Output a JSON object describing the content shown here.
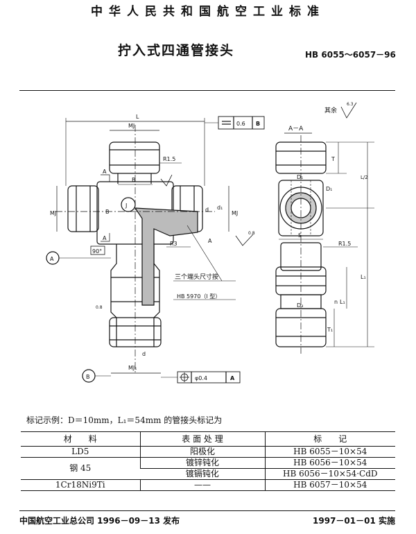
{
  "header": {
    "standard_name": "中华人民共和国航空工业标准",
    "title": "拧入式四通管接头",
    "code": "HB 6055～6057－96"
  },
  "drawing": {
    "dims": {
      "L": "L",
      "MJ": "MJ",
      "MJ1": "MJ₁",
      "B": "B",
      "J": "J",
      "A": "A",
      "B_circle": "B",
      "R15": "R1.5",
      "R3": "R3",
      "d": "d",
      "d1": "d₁",
      "angle": "90°",
      "S": "S",
      "D1": "D₁",
      "D2": "D₂",
      "D3": "D₃",
      "T": "T",
      "T1": "T₁",
      "L1": "L₁",
      "L_half": "L/2",
      "n": "n"
    },
    "section_label": "A－A",
    "note_line1": "三个端头尺寸按",
    "note_line2": "HB 5970（I 型）",
    "tolerance_top": {
      "symbol": "parallel",
      "value": "0.6",
      "datum": "B"
    },
    "tolerance_bottom": {
      "symbol": "position",
      "value": "φ0.4",
      "datum": "A"
    },
    "roughness_main": "6.3",
    "roughness_rest_label": "其余",
    "roughness_rest_value": "6.3",
    "roughness_small": "0.8"
  },
  "example_text": "标记示例：D＝10mm，L₁＝54mm 的管接头标记为",
  "table": {
    "headers": [
      "材　　料",
      "表 面 处 理",
      "标　　记"
    ],
    "rows": [
      {
        "material": "LD5",
        "treatment": "阳极化",
        "mark": "HB 6055－10×54"
      },
      {
        "material": "钢 45",
        "treatment": "镀锌钝化",
        "mark": "HB 6056－10×54"
      },
      {
        "material": "",
        "treatment": "镀镉钝化",
        "mark": "HB 6056－10×54·CdD"
      },
      {
        "material": "1Cr18Ni9Ti",
        "treatment": "——",
        "mark": "HB 6057－10×54"
      }
    ]
  },
  "footer": {
    "issuer": "中国航空工业总公司 1996－09－13 发布",
    "effective": "1997－01－01 实施"
  }
}
